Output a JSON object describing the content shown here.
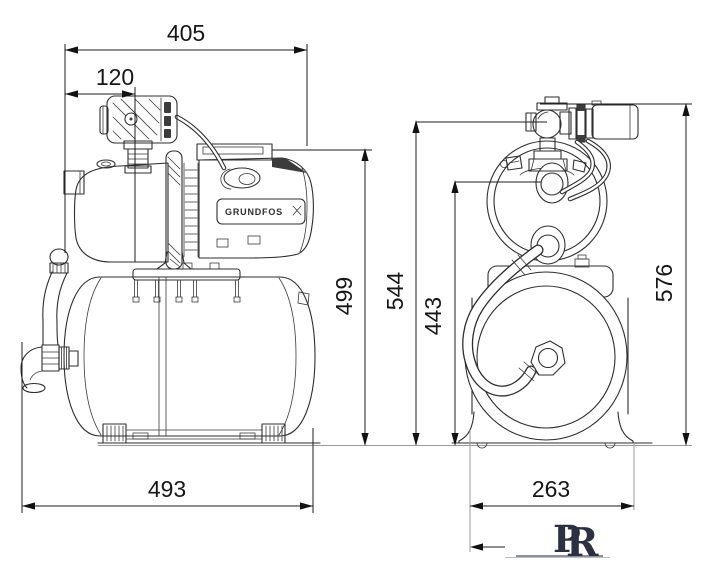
{
  "drawing": {
    "side_view": {
      "dim_overall_length": "405",
      "dim_switch_offset": "120",
      "dim_height_to_motor_top": "499",
      "dim_base_length": "493",
      "motor_plate_brand": "GRUNDFOS"
    },
    "front_view": {
      "dim_height_to_valve": "544",
      "dim_height_to_priming_port": "443",
      "dim_overall_height": "576",
      "dim_base_width": "263"
    },
    "watermark": {
      "letter_p": "P",
      "letter_r": "R"
    },
    "colors": {
      "line": "#2e2e2e",
      "dim_line": "#1c1c1c",
      "gray_line": "#9a9a9a",
      "watermark": "#2b3140",
      "background": "#ffffff"
    }
  }
}
